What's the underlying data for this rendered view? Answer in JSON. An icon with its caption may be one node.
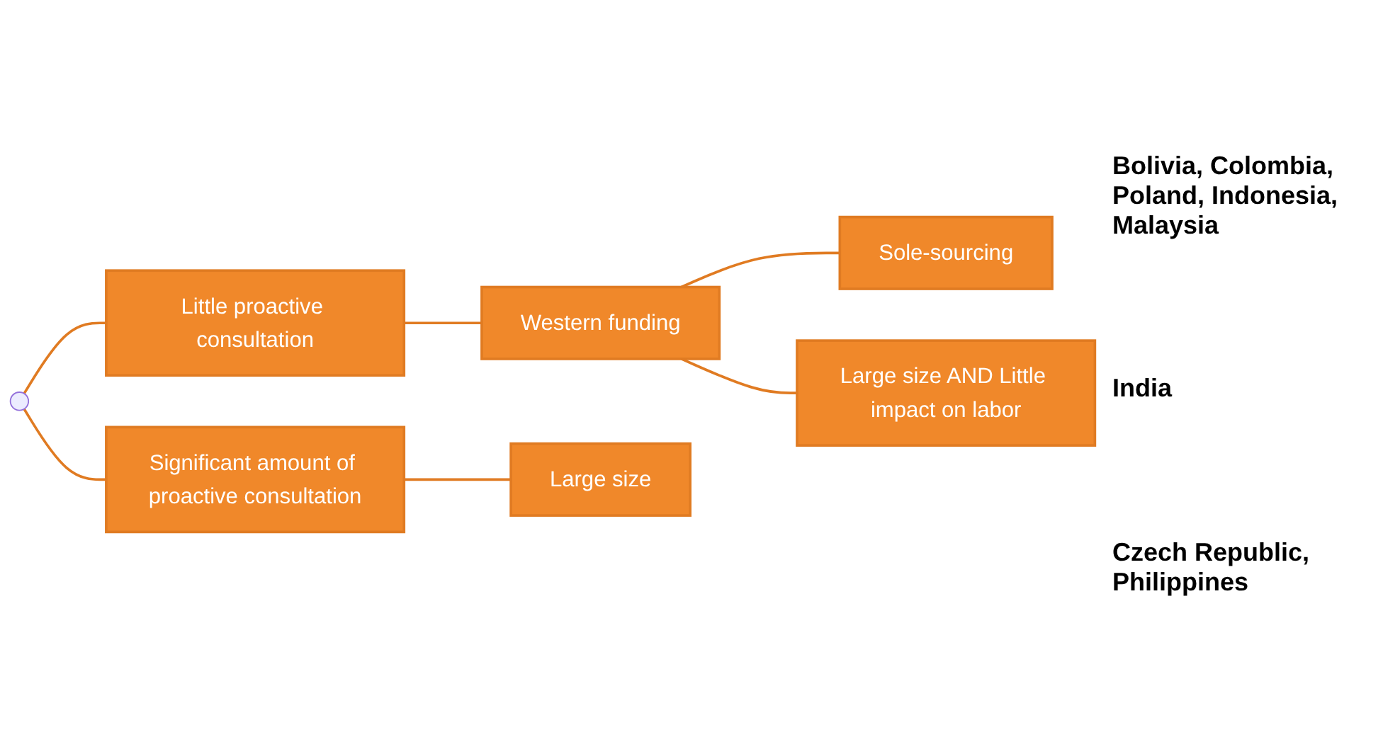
{
  "diagram": {
    "nodes": [
      {
        "text": [
          "Little proactive consultation"
        ]
      },
      {
        "text": [
          "Western funding"
        ]
      },
      {
        "text": [
          "Sole-sourcing"
        ]
      },
      {
        "text": [
          "Large size AND Little impact on labor"
        ]
      },
      {
        "text": [
          "Significant amount of proactive consultation"
        ]
      },
      {
        "text": [
          "Large size"
        ]
      }
    ],
    "edges": [
      {
        "from": null,
        "to": 0,
        "arrow": "none"
      },
      {
        "from": null,
        "to": 4,
        "arrow": "none"
      },
      {
        "from": 0,
        "to": 1,
        "arrow": "none"
      },
      {
        "from": 1,
        "to": 2,
        "arrow": "none"
      },
      {
        "from": 1,
        "to": 3,
        "arrow": "none"
      },
      {
        "from": 4,
        "to": 5,
        "arrow": "none"
      }
    ],
    "labels": [
      "Bolivia, Colombia, Poland, Indonesia, Malaysia",
      "India",
      "Czech Republic, Philippines"
    ]
  }
}
